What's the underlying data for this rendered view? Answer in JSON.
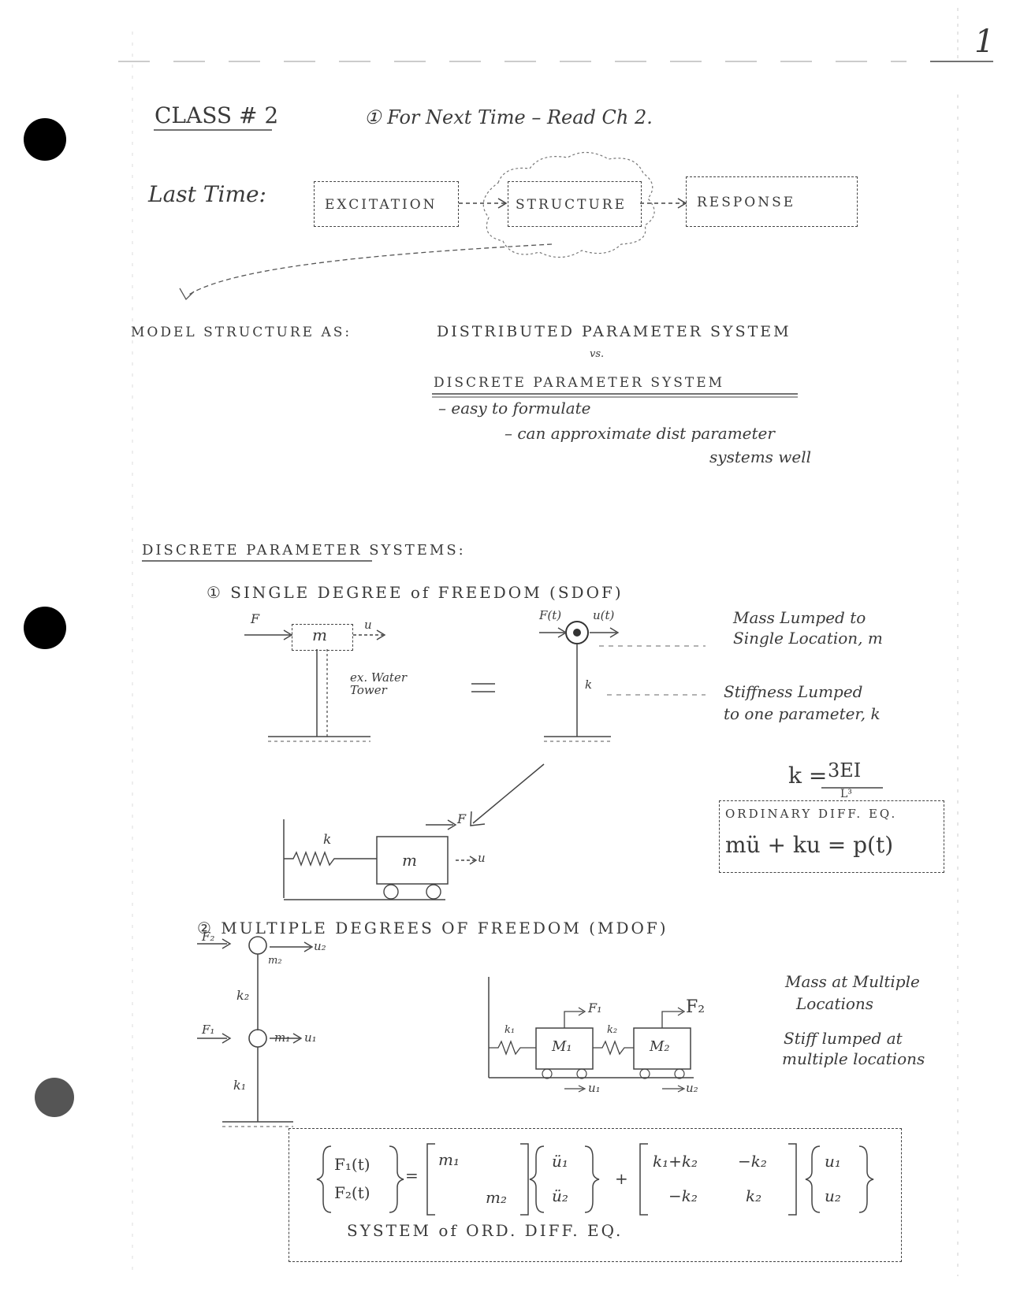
{
  "page_number": "1",
  "header": {
    "class_label": "CLASS # 2",
    "todo": "① For Next Time – Read Ch 2."
  },
  "flow": {
    "last_time": "Last Time:",
    "excitation": "EXCITATION",
    "structure": "STRUCTURE",
    "response": "RESPONSE"
  },
  "model": {
    "label": "MODEL STRUCTURE AS:",
    "distributed": "DISTRIBUTED PARAMETER SYSTEM",
    "vs": "vs.",
    "discrete": "DISCRETE PARAMETER SYSTEM",
    "note1": "– easy to formulate",
    "note2": "– can approximate dist parameter",
    "note3": "systems well"
  },
  "dps": {
    "heading": "DISCRETE PARAMETER SYSTEMS:",
    "sdof_heading": "① SINGLE DEGREE of FREEDOM (SDOF)",
    "sdof_force": "F",
    "sdof_u": "u",
    "sdof_mass": "m",
    "example": "ex. Water Tower",
    "equals": "=",
    "ft": "F(t)",
    "ut": "u(t)",
    "k": "k",
    "mass_note1": "Mass Lumped to",
    "mass_note2": "Single Location, m",
    "stiff_note1": "Stiffness Lumped",
    "stiff_note2": "to one parameter, k",
    "k_formula_lhs": "k =",
    "k_formula_num": "3EI",
    "k_formula_den": "L³",
    "ode_title": "ORDINARY DIFF. EQ.",
    "ode": "mü + ku = p(t)",
    "cart_k": "k",
    "cart_F": "F",
    "cart_m": "m",
    "cart_u": "u",
    "mdof_heading": "② MULTIPLE DEGREES OF FREEDOM (MDOF)",
    "f2": "F₂",
    "u2": "u₂",
    "m2": "m₂",
    "k2": "k₂",
    "f1": "F₁",
    "m1": "m₁",
    "u1": "u₁",
    "k1": "k₁",
    "cart2_k1": "k₁",
    "cart2_k2": "k₂",
    "cart2_F1": "F₁",
    "cart2_F2": "F₂",
    "cart2_m1": "M₁",
    "cart2_m2": "M₂",
    "cart2_u1": "u₁",
    "cart2_u2": "u₂",
    "mdof_note1": "Mass at Multiple",
    "mdof_note2": "Locations",
    "mdof_note3": "Stiff lumped at",
    "mdof_note4": "multiple locations",
    "matrix": {
      "F1": "F₁(t)",
      "F2": "F₂(t)",
      "m1": "m₁",
      "m2": "m₂",
      "ud1": "ü₁",
      "ud2": "ü₂",
      "k11": "k₁+k₂",
      "k12": "−k₂",
      "k21": "−k₂",
      "k22": "k₂",
      "u1": "u₁",
      "u2": "u₂",
      "caption": "SYSTEM of ORD. DIFF. EQ."
    }
  }
}
